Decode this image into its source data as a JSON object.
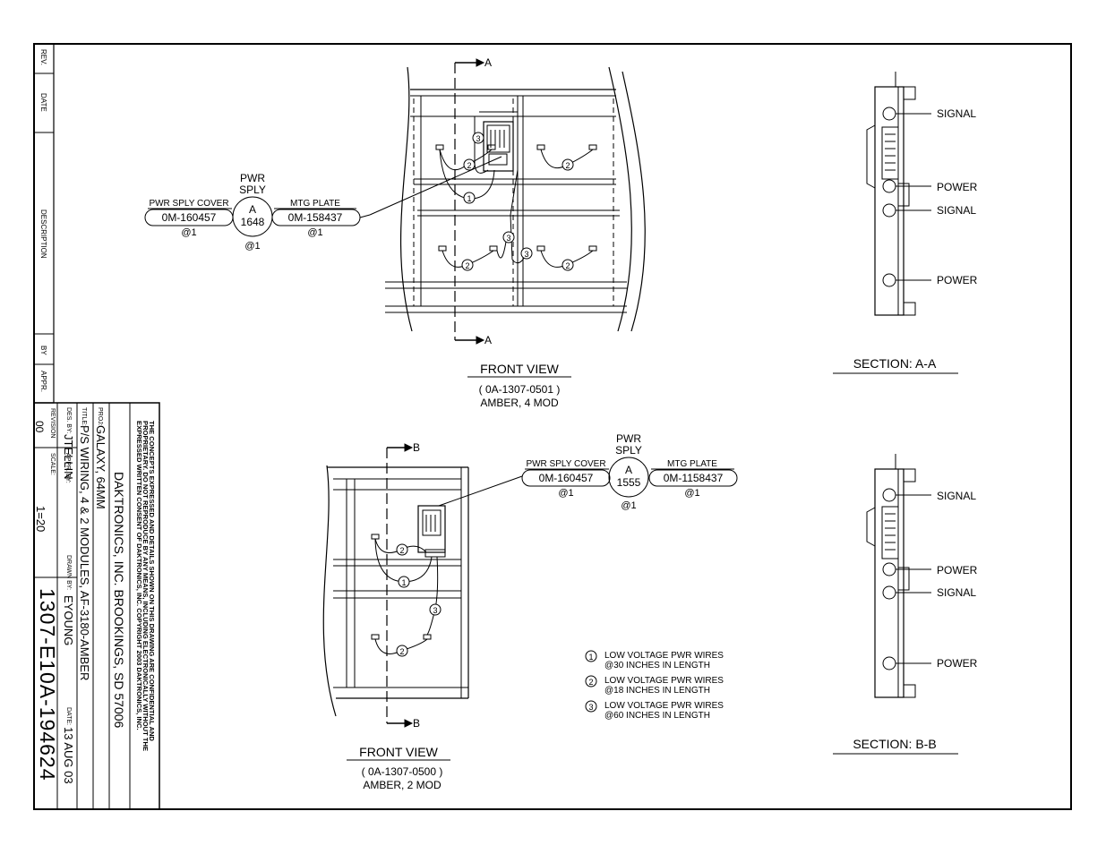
{
  "revision_block": {
    "rev_label": "REV.",
    "date_label": "DATE",
    "description_label": "DESCRIPTION",
    "by_label": "BY",
    "appr_label": "APPR."
  },
  "title_block": {
    "confidential_notice": [
      "THE CONCEPTS EXPRESSED AND DETAILS SHOWN ON THIS DRAWING ARE CONFIDENTIAL AND",
      "PROPRIETARY. DO NOT REPRODUCE BY ANY MEANS, INCLUDING ELECTRONICALLY WITHOUT THE",
      "EXPRESSED WRITTEN CONSENT OF DAKTRONICS, INC.        COPYRIGHT 2003 DAKTRONICS, INC."
    ],
    "company": "DAKTRONICS, INC.  BROOKINGS, SD 57006",
    "proj_label": "PROJ:",
    "proj_value": "GALAXY, 64MM",
    "title_label": "TITLE:",
    "title_value": "P/S WIRING, 4 & 2 MODULES, AF-3180-AMBER",
    "des_by_label": "DES. BY:",
    "des_by_value": "JTELLIN",
    "drawn_by_label": "DRAWN BY:",
    "drawn_by_value": "EYOUNG",
    "date_label": "DATE:",
    "date_value": "13 AUG 03",
    "revision_label": "REVISION",
    "revision_value": "00",
    "appr_by_label": "APPR. BY:",
    "scale_label": "SCALE:",
    "scale_value": "1=20",
    "drawing_number": "1307-E10A-194624"
  },
  "views": {
    "front_view_4mod": {
      "title": "FRONT VIEW",
      "part": "( 0A-1307-0501 )",
      "desc": "AMBER, 4 MOD",
      "section_marker": "A"
    },
    "front_view_2mod": {
      "title": "FRONT VIEW",
      "part": "( 0A-1307-0500 )",
      "desc": "AMBER, 2 MOD",
      "section_marker": "B"
    },
    "section_a": {
      "title": "SECTION: A-A",
      "labels": [
        "SIGNAL",
        "POWER",
        "SIGNAL",
        "POWER"
      ]
    },
    "section_b": {
      "title": "SECTION: B-B",
      "labels": [
        "SIGNAL",
        "POWER",
        "SIGNAL",
        "POWER"
      ]
    }
  },
  "callouts": {
    "top": {
      "pwr_sply_label": "PWR\nSPLY",
      "pwr_sply_line1": "PWR",
      "pwr_sply_line2": "SPLY",
      "cover_label": "PWR SPLY COVER",
      "cover_part": "0M-160457",
      "cover_qty": "@1",
      "circle_letter": "A",
      "circle_num": "1648",
      "circle_qty": "@1",
      "plate_label": "MTG PLATE",
      "plate_part": "0M-158437",
      "plate_qty": "@1"
    },
    "bottom": {
      "pwr_sply_line1": "PWR",
      "pwr_sply_line2": "SPLY",
      "cover_label": "PWR SPLY COVER",
      "cover_part": "0M-160457",
      "cover_qty": "@1",
      "circle_letter": "A",
      "circle_num": "1555",
      "circle_qty": "@1",
      "plate_label": "MTG PLATE",
      "plate_part": "0M-1158437",
      "plate_qty": "@1"
    }
  },
  "legend": [
    {
      "num": "1",
      "line1": "LOW VOLTAGE PWR WIRES",
      "line2": "@30 INCHES IN LENGTH"
    },
    {
      "num": "2",
      "line1": "LOW VOLTAGE PWR WIRES",
      "line2": "@18 INCHES IN LENGTH"
    },
    {
      "num": "3",
      "line1": "LOW VOLTAGE PWR WIRES",
      "line2": "@60 INCHES IN LENGTH"
    }
  ],
  "wire_tags": {
    "one": "1",
    "two": "2",
    "three": "3"
  }
}
